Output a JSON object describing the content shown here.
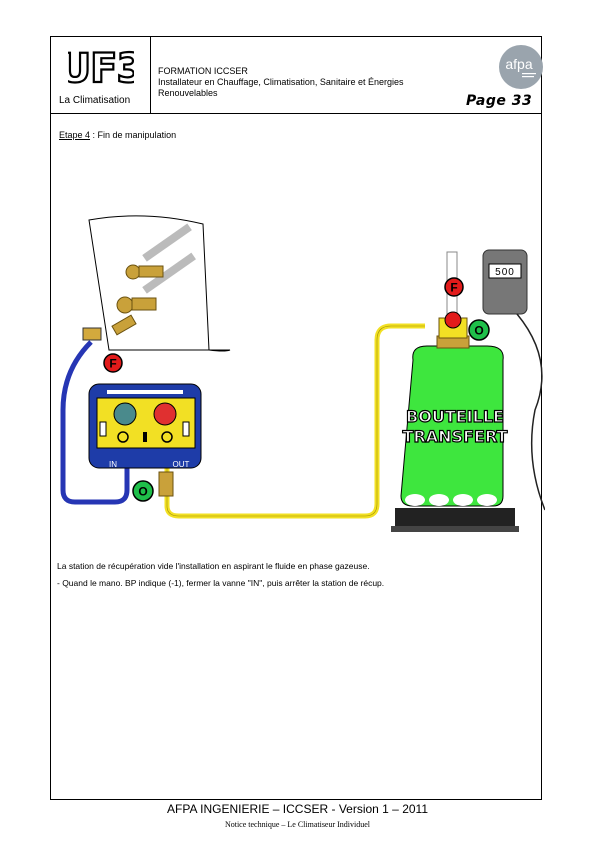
{
  "header": {
    "uf_logo": "UF3",
    "subject": "La Climatisation",
    "formation_line1": "FORMATION ICCSER",
    "formation_line2": "Installateur en Chauffage, Climatisation, Sanitaire et Énergies",
    "formation_line3": "Renouvelables",
    "brand": "afpa",
    "page": "Page 33"
  },
  "step": {
    "label": "Etape 4",
    "text": " : Fin de manipulation"
  },
  "diagram": {
    "valve_f_label": "F",
    "valve_o_label": "O",
    "scale_value": "500",
    "bottle_line1": "BOUTEILLE",
    "bottle_line2": "TRANSFERT",
    "station_in": "IN",
    "station_out": "OUT",
    "colors": {
      "hose_blue": "#2636b4",
      "hose_yellow": "#f2e024",
      "bottle": "#3ee63e",
      "valve_red": "#e21b1b",
      "station": "#1e3ca8"
    }
  },
  "paragraph1": "La station de récupération vide l'installation en aspirant le fluide en phase gazeuse.",
  "paragraph2": "- Quand le mano. BP indique (-1), fermer la vanne \"IN\", puis arrêter la station de récup.",
  "footer": {
    "line1": "AFPA INGENIERIE – ICCSER - Version 1 – 2011",
    "line2": "Notice technique – Le Climatiseur Individuel"
  }
}
